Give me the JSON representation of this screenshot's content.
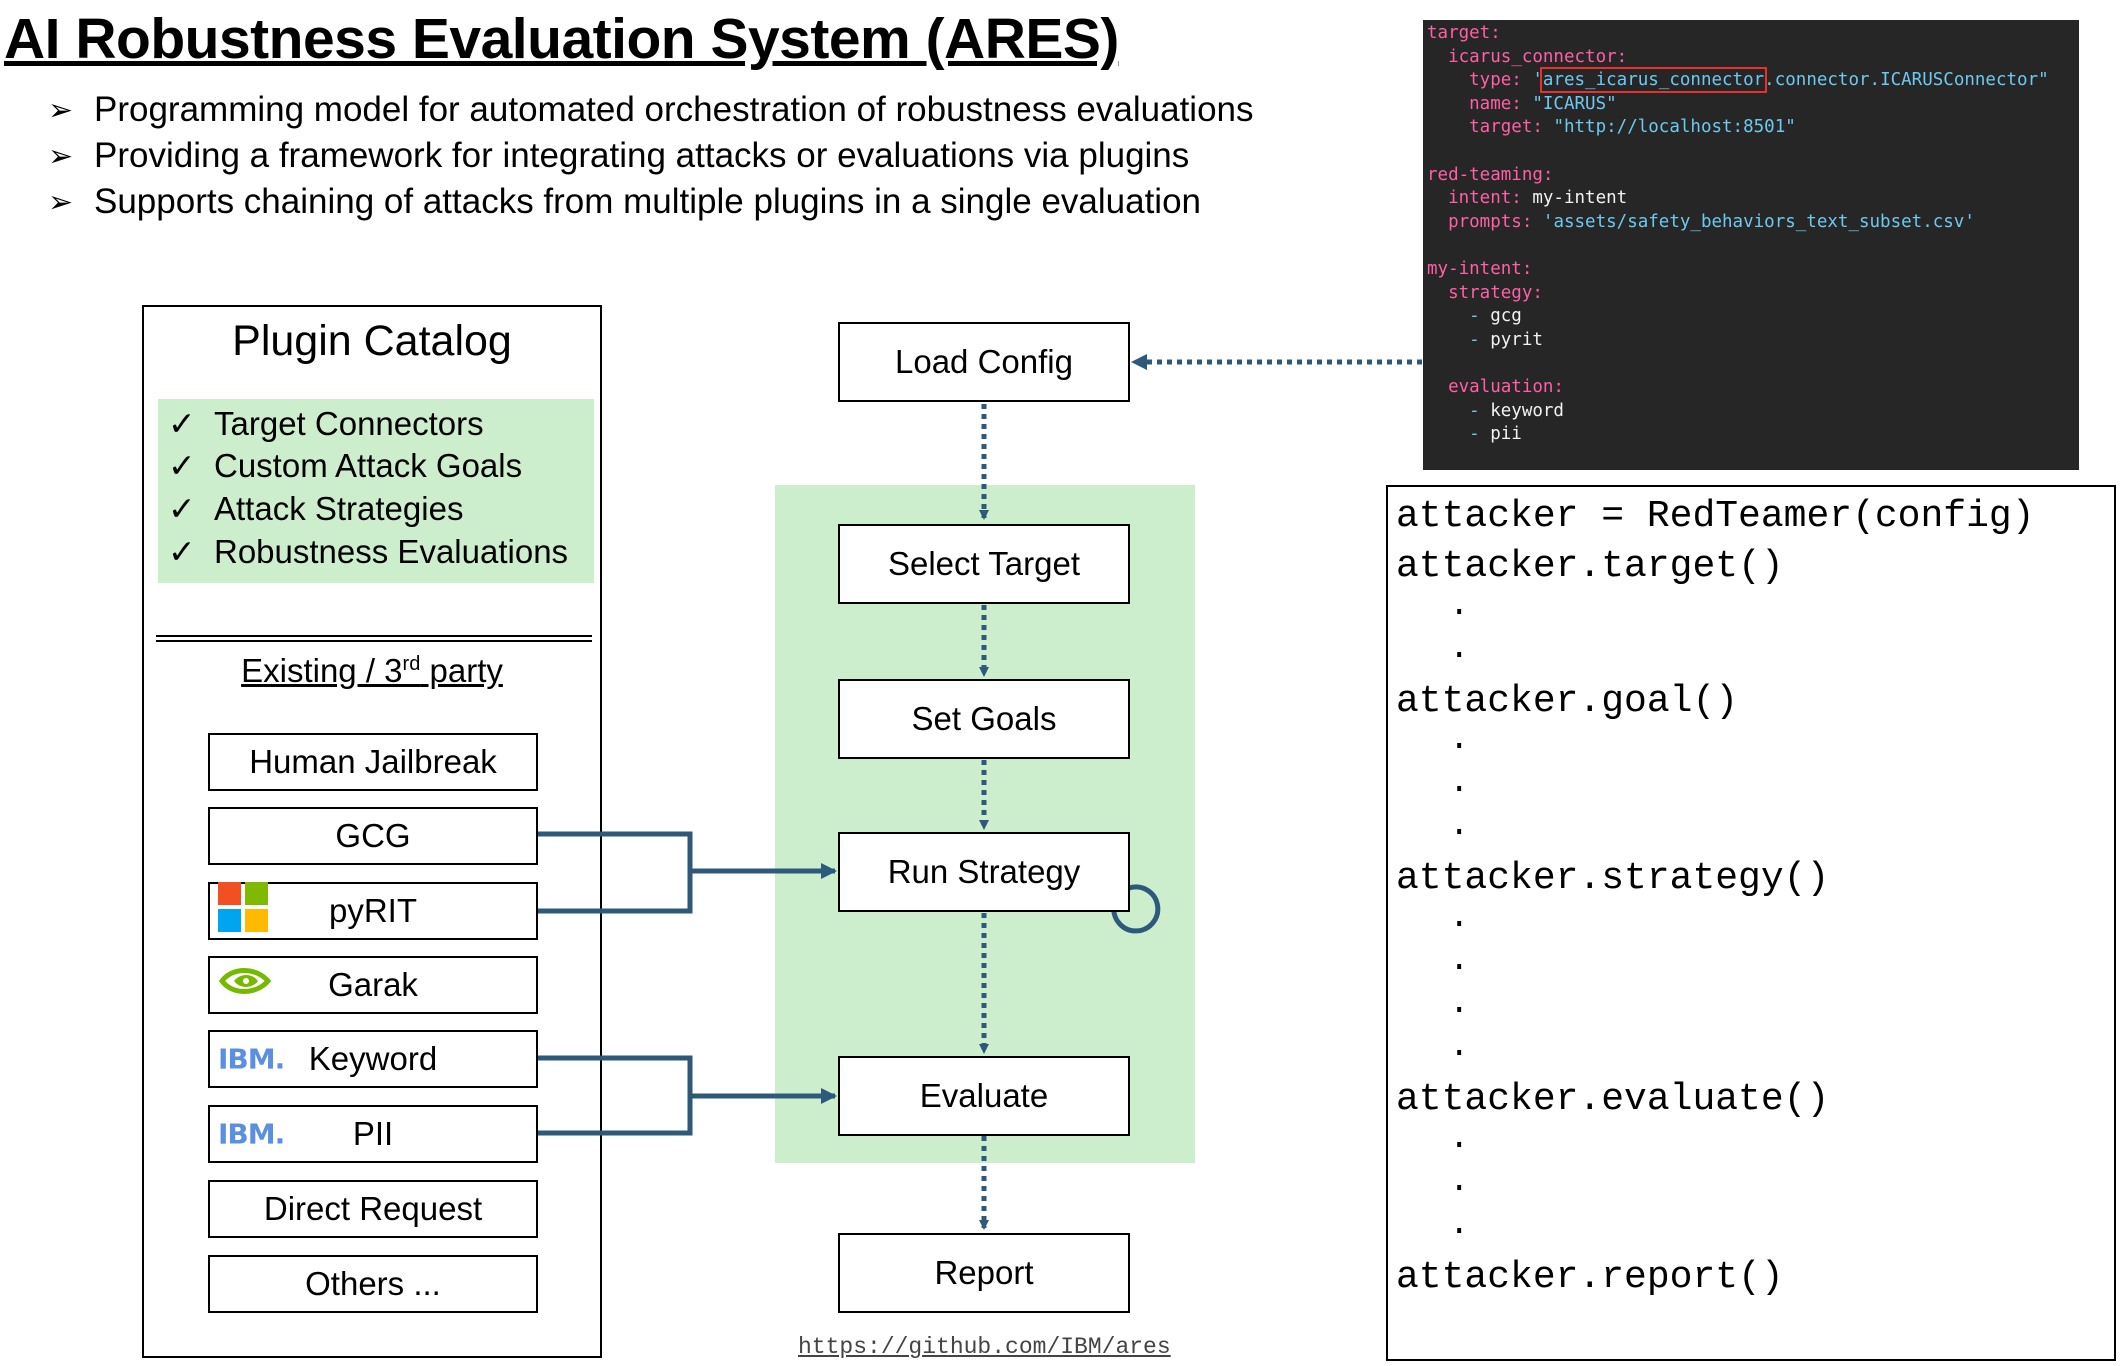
{
  "title": "AI Robustness Evaluation System (ARES)",
  "bullets": [
    "Programming model for automated orchestration of robustness evaluations",
    "Providing a framework for integrating attacks or evaluations via plugins",
    "Supports chaining of attacks from multiple plugins in a single evaluation"
  ],
  "bullet_glyph": "➢",
  "catalog": {
    "title": "Plugin Catalog",
    "check_glyph": "✓",
    "features": [
      "Target Connectors",
      "Custom Attack Goals",
      "Attack Strategies",
      "Robustness Evaluations"
    ],
    "existing_label": "Existing / 3",
    "existing_sup": "rd",
    "existing_suffix": " party",
    "plugins": [
      {
        "label": "Human Jailbreak",
        "icon": ""
      },
      {
        "label": "GCG",
        "icon": ""
      },
      {
        "label": "pyRIT",
        "icon": "microsoft-logo-icon"
      },
      {
        "label": "Garak",
        "icon": "nvidia-logo-icon"
      },
      {
        "label": "Keyword",
        "icon": "ibm-logo-icon",
        "icon_text": "IBM."
      },
      {
        "label": "PII",
        "icon": "ibm-logo-icon",
        "icon_text": "IBM."
      },
      {
        "label": "Direct Request",
        "icon": ""
      },
      {
        "label": "Others ...",
        "icon": ""
      }
    ]
  },
  "flow": {
    "steps": [
      "Load Config",
      "Select Target",
      "Set Goals",
      "Run Strategy",
      "Evaluate",
      "Report"
    ],
    "colors": {
      "arrow": "#2d5a7b",
      "highlight": "#cdeecd"
    }
  },
  "yaml": {
    "l1_k": "target:",
    "l2_k": "  icarus_connector:",
    "l3_k": "    type: ",
    "l3_q": "'",
    "l3_hl": "ares_icarus_connector",
    "l3_rest": ".connector.ICARUSConnector\"",
    "l4_k": "    name: ",
    "l4_v": "\"ICARUS\"",
    "l5_k": "    target: ",
    "l5_v": "\"http://localhost:8501\"",
    "l6_k": "red-teaming:",
    "l7_k": "  intent: ",
    "l7_v": "my-intent",
    "l8_k": "  prompts: ",
    "l8_v": "'assets/safety_behaviors_text_subset.csv'",
    "l9_k": "my-intent:",
    "l10_k": "  strategy:",
    "l11_d": "    - ",
    "l11_v": "gcg",
    "l12_d": "    - ",
    "l12_v": "pyrit",
    "l13_k": "  evaluation:",
    "l14_d": "    - ",
    "l14_v": "keyword",
    "l15_d": "    - ",
    "l15_v": "pii"
  },
  "code": {
    "lines": [
      "attacker = RedTeamer(config)",
      "attacker.target()",
      "attacker.goal()",
      "attacker.strategy()",
      "attacker.evaluate()",
      "attacker.report()"
    ],
    "dot": "."
  },
  "link": "https://github.com/IBM/ares"
}
